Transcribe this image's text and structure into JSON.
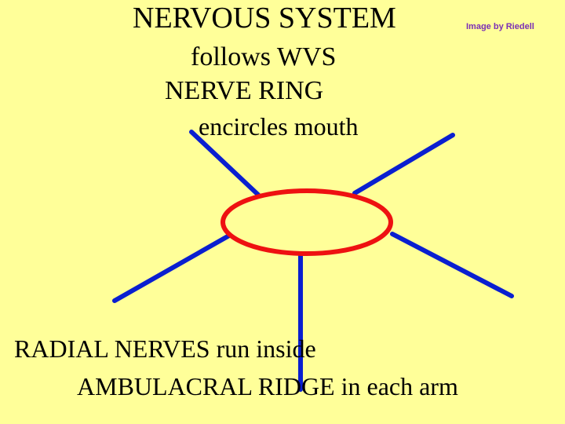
{
  "title": "NERVOUS SYSTEM",
  "subtitle": "follows WVS",
  "credit": "Image by Riedell",
  "ring_heading": "NERVE RING",
  "ring_description": "encircles mouth",
  "radial_line1": "RADIAL NERVES run inside",
  "radial_line2": "AMBULACRAL RIDGE in each arm",
  "colors": {
    "background": "#FFFF99",
    "nerve_ring": "#EE1111",
    "radial_nerve": "#0A1FD0",
    "credit_text": "#7B2FB5"
  }
}
